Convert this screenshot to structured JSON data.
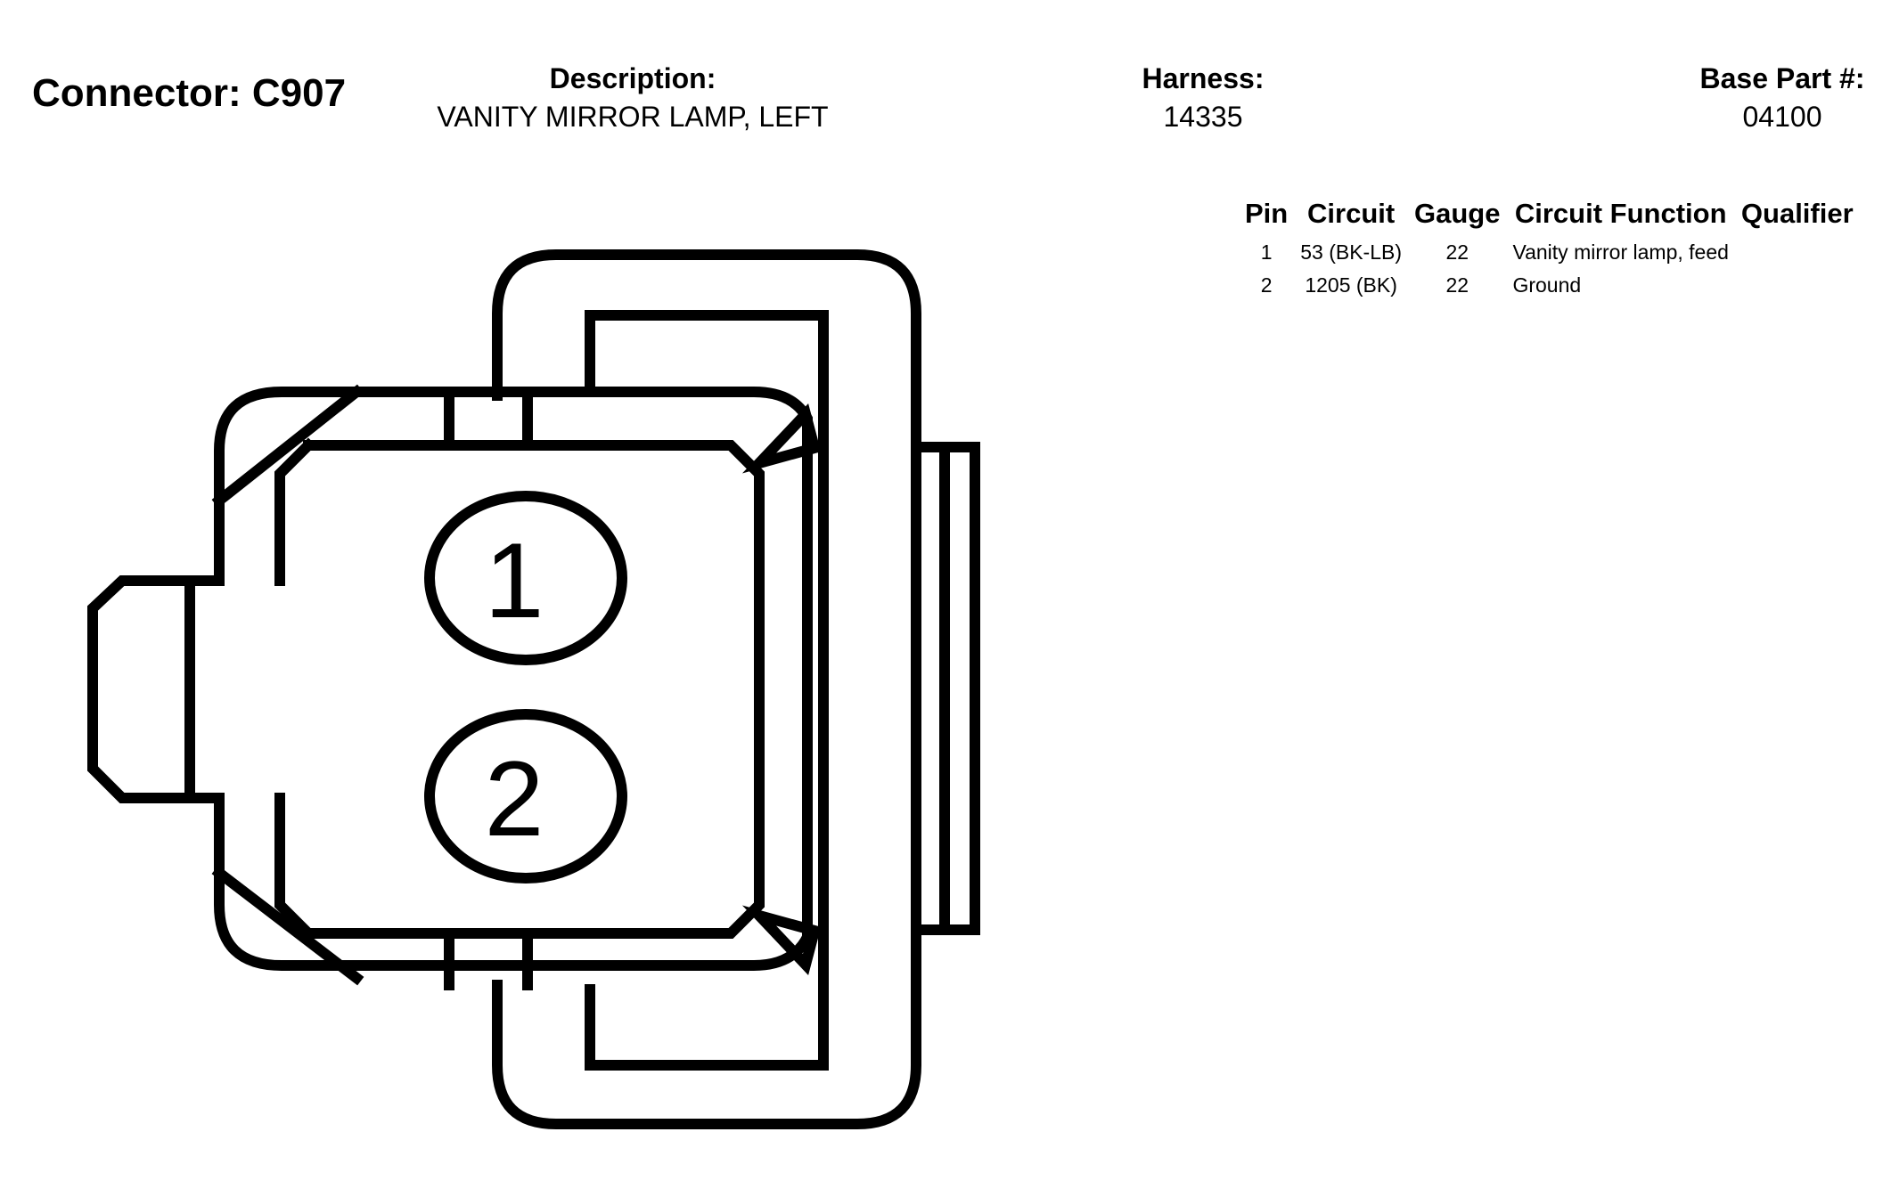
{
  "header": {
    "connector_label": "Connector:",
    "connector_id": "C907",
    "description_label": "Description:",
    "description_value": "VANITY MIRROR LAMP, LEFT",
    "harness_label": "Harness:",
    "harness_value": "14335",
    "base_part_label": "Base Part #:",
    "base_part_value": "04100"
  },
  "table": {
    "columns": [
      "Pin",
      "Circuit",
      "Gauge",
      "Circuit Function",
      "Qualifier"
    ],
    "rows": [
      {
        "pin": "1",
        "circuit": "53 (BK-LB)",
        "gauge": "22",
        "function": "Vanity mirror lamp, feed",
        "qualifier": ""
      },
      {
        "pin": "2",
        "circuit": "1205 (BK)",
        "gauge": "22",
        "function": "Ground",
        "qualifier": ""
      }
    ]
  },
  "diagram": {
    "pins": [
      {
        "label": "1"
      },
      {
        "label": "2"
      }
    ]
  }
}
